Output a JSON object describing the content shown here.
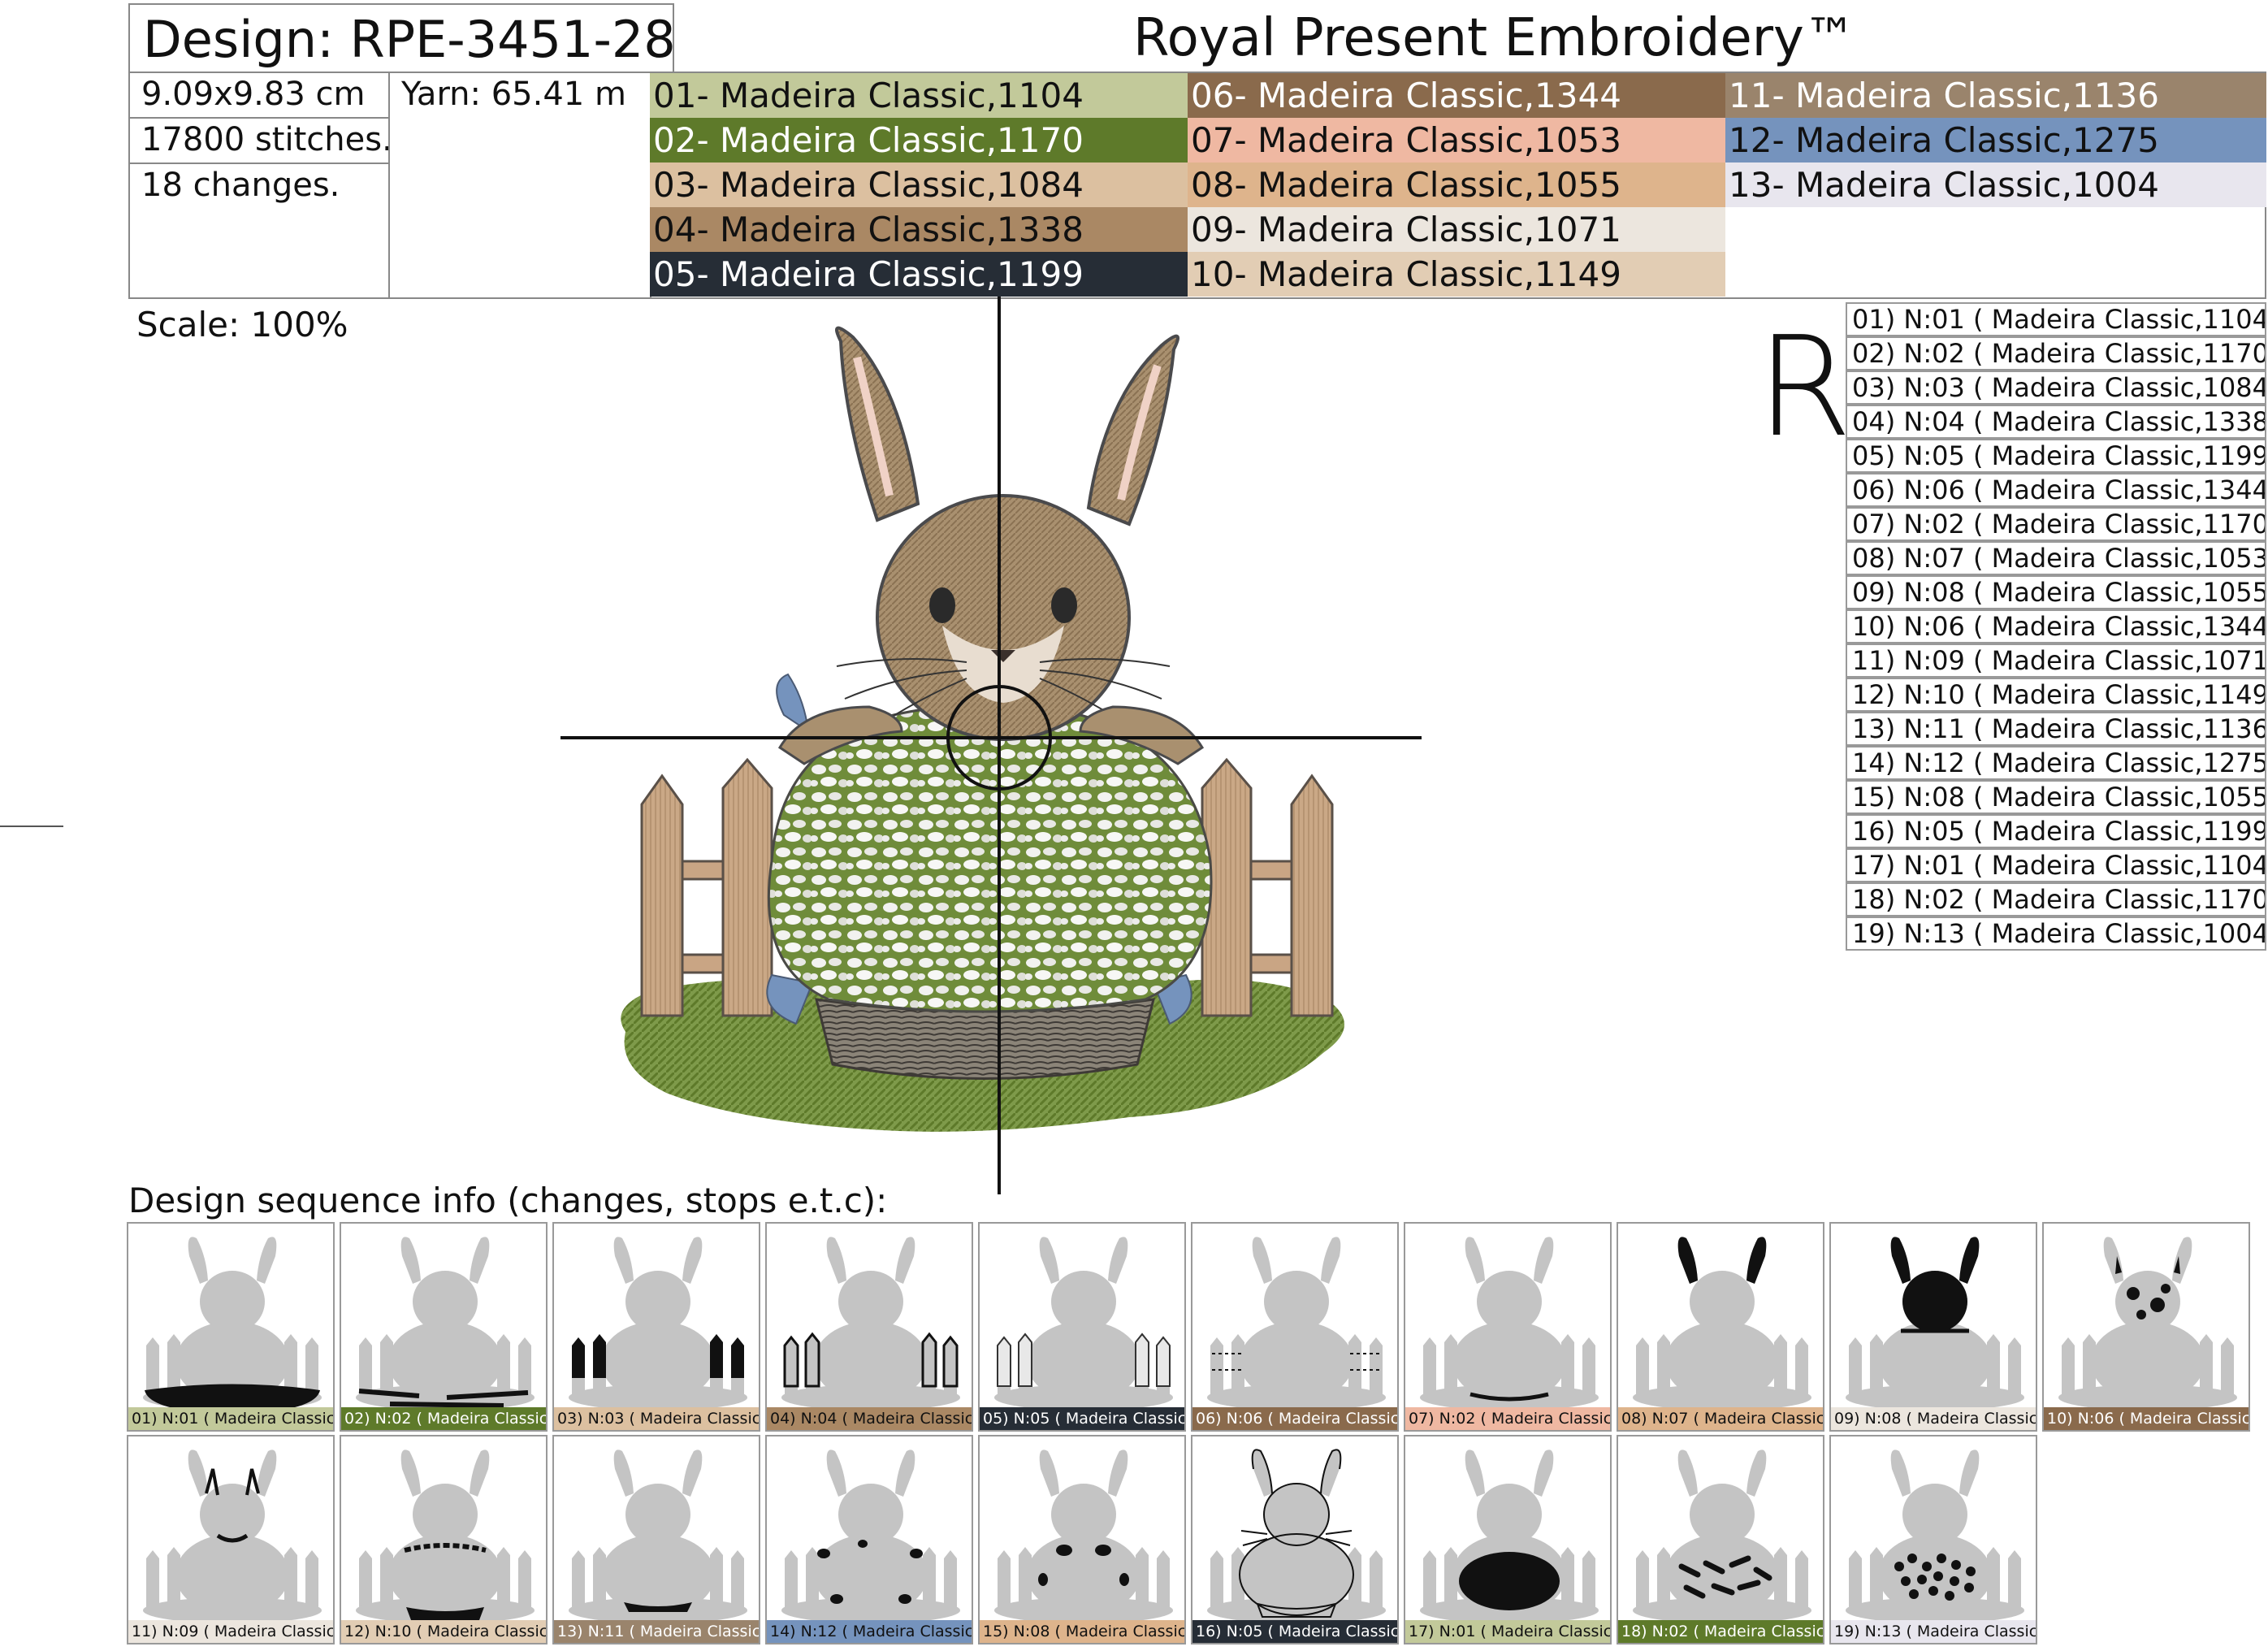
{
  "header": {
    "design_label": "Design: RPE-3451-28",
    "brand": "Royal Present Embroidery™"
  },
  "info": {
    "size": "9.09x9.83 cm",
    "yarn": "Yarn: 65.41 m",
    "stitches": "17800 stitches.",
    "changes": "18 changes."
  },
  "threads": [
    {
      "label": "01- Madeira Classic,1104",
      "color": "#c2c99a",
      "text_color": "#111111"
    },
    {
      "label": "02- Madeira Classic,1170",
      "color": "#5e7a2a",
      "text_color": "#ffffff"
    },
    {
      "label": "03- Madeira Classic,1084",
      "color": "#dcc0a0",
      "text_color": "#111111"
    },
    {
      "label": "04- Madeira Classic,1338",
      "color": "#aa8864",
      "text_color": "#111111"
    },
    {
      "label": "05- Madeira Classic,1199",
      "color": "#262d36",
      "text_color": "#ffffff"
    },
    {
      "label": "06- Madeira Classic,1344",
      "color": "#8a6a4c",
      "text_color": "#ffffff"
    },
    {
      "label": "07- Madeira Classic,1053",
      "color": "#efb8a2",
      "text_color": "#111111"
    },
    {
      "label": "08- Madeira Classic,1055",
      "color": "#deb48c",
      "text_color": "#111111"
    },
    {
      "label": "09- Madeira Classic,1071",
      "color": "#ece6de",
      "text_color": "#111111"
    },
    {
      "label": "10- Madeira Classic,1149",
      "color": "#e2cdb4",
      "text_color": "#111111"
    },
    {
      "label": "11- Madeira Classic,1136",
      "color": "#9a846c",
      "text_color": "#ffffff"
    },
    {
      "label": "12- Madeira Classic,1275",
      "color": "#7593bd",
      "text_color": "#111111"
    },
    {
      "label": "13- Madeira Classic,1004",
      "color": "#e8e6ee",
      "text_color": "#111111"
    }
  ],
  "scale": "Scale: 100%",
  "orientation_mark": "R",
  "sequence_title": "Design sequence info (changes, stops e.t.c):",
  "sequence": [
    {
      "label": "01) N:01 ( Madeira Classic,1104)",
      "color": "#c2c99a",
      "text_color": "#111111",
      "highlight": "ground"
    },
    {
      "label": "02) N:02 ( Madeira Classic,1170)",
      "color": "#5e7a2a",
      "text_color": "#ffffff",
      "highlight": "ground-detail"
    },
    {
      "label": "03) N:03 ( Madeira Classic,1084)",
      "color": "#dcc0a0",
      "text_color": "#111111",
      "highlight": "fence-solid"
    },
    {
      "label": "04) N:04 ( Madeira Classic,1338)",
      "color": "#aa8864",
      "text_color": "#111111",
      "highlight": "fence-outline"
    },
    {
      "label": "05) N:05 ( Madeira Classic,1199)",
      "color": "#262d36",
      "text_color": "#ffffff",
      "highlight": "fence-light"
    },
    {
      "label": "06) N:06 ( Madeira Classic,1344)",
      "color": "#8a6a4c",
      "text_color": "#ffffff",
      "highlight": "fence-dashes"
    },
    {
      "label": "07) N:02 ( Madeira Classic,1170)",
      "color": "#efb8a2",
      "text_color": "#111111",
      "highlight": "basket-line"
    },
    {
      "label": "08) N:07 ( Madeira Classic,1053)",
      "color": "#deb48c",
      "text_color": "#111111",
      "highlight": "ears"
    },
    {
      "label": "09) N:08 ( Madeira Classic,1055)",
      "color": "#ece6de",
      "text_color": "#111111",
      "highlight": "head-solid"
    },
    {
      "label": "10) N:06 ( Madeira Classic,1344)",
      "color": "#8a6a4c",
      "text_color": "#ffffff",
      "highlight": "head-pattern"
    },
    {
      "label": "11) N:09 ( Madeira Classic,1071)",
      "color": "#ece6de",
      "text_color": "#111111",
      "highlight": "face"
    },
    {
      "label": "12) N:10 ( Madeira Classic,1149)",
      "color": "#e2cdb4",
      "text_color": "#111111",
      "highlight": "basket-rim"
    },
    {
      "label": "13) N:11 ( Madeira Classic,1136)",
      "color": "#9a846c",
      "text_color": "#ffffff",
      "highlight": "basket-base"
    },
    {
      "label": "14) N:12 ( Madeira Classic,1275)",
      "color": "#7593bd",
      "text_color": "#111111",
      "highlight": "ribbons"
    },
    {
      "label": "15) N:08 ( Madeira Classic,1055)",
      "color": "#deb48c",
      "text_color": "#111111",
      "highlight": "paws"
    },
    {
      "label": "16) N:05 ( Madeira Classic,1199)",
      "color": "#262d36",
      "text_color": "#ffffff",
      "highlight": "outline"
    },
    {
      "label": "17) N:01 ( Madeira Classic,1104)",
      "color": "#c2c99a",
      "text_color": "#111111",
      "highlight": "flowers-base"
    },
    {
      "label": "18) N:02 ( Madeira Classic,1170)",
      "color": "#5e7a2a",
      "text_color": "#ffffff",
      "highlight": "leaves"
    },
    {
      "label": "19) N:13 ( Madeira Classic,1004)",
      "color": "#e8e6ee",
      "text_color": "#111111",
      "highlight": "flowers"
    }
  ]
}
